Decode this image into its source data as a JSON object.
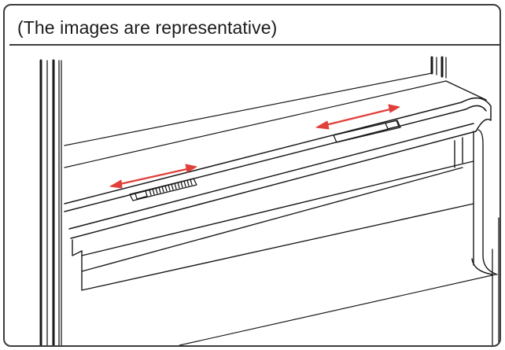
{
  "figure": {
    "caption": "(The images are representative)",
    "arrow_color": "#e0403a",
    "line_color": "#1a1a1a",
    "frame_color": "#3c3c3c"
  },
  "icons": {
    "left_slider": "double-headed-arrow",
    "right_slider": "double-headed-arrow"
  }
}
